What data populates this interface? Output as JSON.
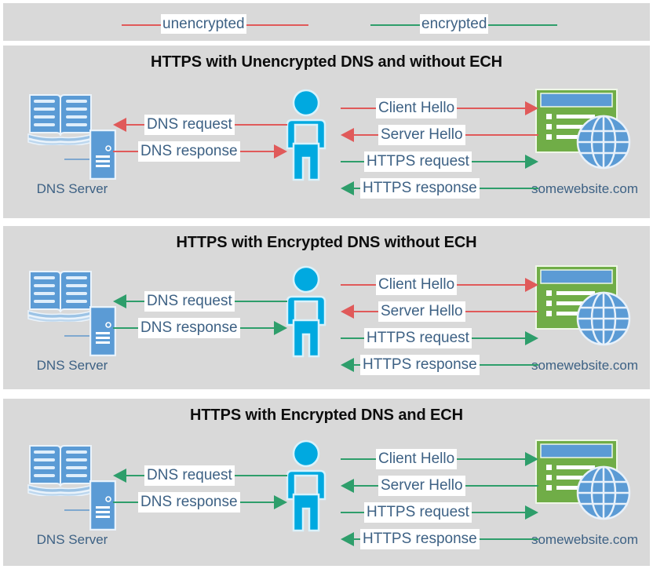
{
  "colors": {
    "panel_bg": "#d9d9d9",
    "page_bg": "#ffffff",
    "unencrypted": "#e05a5a",
    "encrypted": "#2e9e6b",
    "label_text": "#3d6184",
    "title_text": "#0d0d0d",
    "person": "#00a9e0",
    "server_blue": "#5b9bd5",
    "web_green": "#70ad47",
    "web_titlebar": "#5b9bd5"
  },
  "legend": {
    "items": [
      {
        "label": "unencrypted",
        "color_key": "unencrypted"
      },
      {
        "label": "encrypted",
        "color_key": "encrypted"
      }
    ]
  },
  "panels": [
    {
      "title": "HTTPS with Unencrypted DNS and without ECH",
      "dns_server_caption": "DNS Server",
      "website_caption": "somewebsite.com",
      "dns_messages": [
        {
          "label": "DNS request",
          "direction": "left",
          "encrypted": false
        },
        {
          "label": "DNS response",
          "direction": "right",
          "encrypted": false
        }
      ],
      "web_messages": [
        {
          "label": "Client Hello",
          "direction": "right",
          "encrypted": false
        },
        {
          "label": "Server Hello",
          "direction": "left",
          "encrypted": false
        },
        {
          "label": "HTTPS request",
          "direction": "right",
          "encrypted": true
        },
        {
          "label": "HTTPS response",
          "direction": "left",
          "encrypted": true
        }
      ]
    },
    {
      "title": "HTTPS with Encrypted DNS without ECH",
      "dns_server_caption": "DNS Server",
      "website_caption": "somewebsite.com",
      "dns_messages": [
        {
          "label": "DNS request",
          "direction": "left",
          "encrypted": true
        },
        {
          "label": "DNS response",
          "direction": "right",
          "encrypted": true
        }
      ],
      "web_messages": [
        {
          "label": "Client Hello",
          "direction": "right",
          "encrypted": false
        },
        {
          "label": "Server Hello",
          "direction": "left",
          "encrypted": false
        },
        {
          "label": "HTTPS request",
          "direction": "right",
          "encrypted": true
        },
        {
          "label": "HTTPS response",
          "direction": "left",
          "encrypted": true
        }
      ]
    },
    {
      "title": "HTTPS with Encrypted DNS and ECH",
      "dns_server_caption": "DNS Server",
      "website_caption": "somewebsite.com",
      "dns_messages": [
        {
          "label": "DNS request",
          "direction": "left",
          "encrypted": true
        },
        {
          "label": "DNS response",
          "direction": "right",
          "encrypted": true
        }
      ],
      "web_messages": [
        {
          "label": "Client Hello",
          "direction": "right",
          "encrypted": true
        },
        {
          "label": "Server Hello",
          "direction": "left",
          "encrypted": true
        },
        {
          "label": "HTTPS request",
          "direction": "right",
          "encrypted": true
        },
        {
          "label": "HTTPS response",
          "direction": "left",
          "encrypted": true
        }
      ]
    }
  ],
  "icons": {
    "dns_server": "book-server-icon",
    "client": "person-icon",
    "website": "browser-globe-icon"
  }
}
